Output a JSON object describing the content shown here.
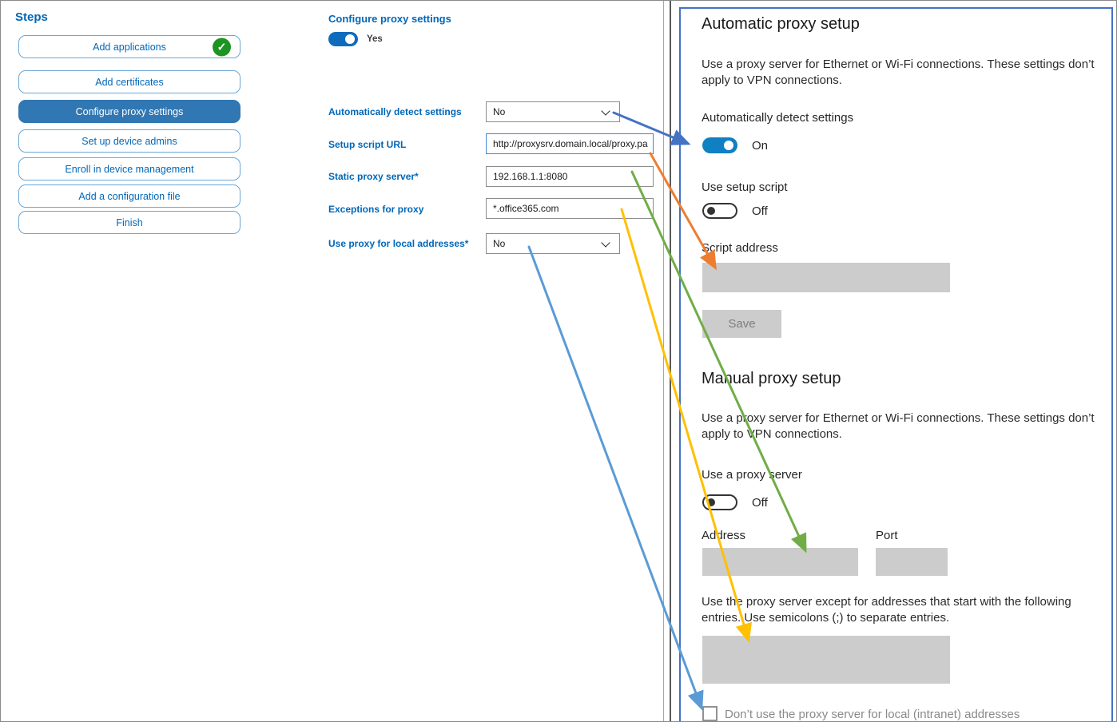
{
  "steps_panel": {
    "title": "Steps",
    "items": [
      {
        "label": "Add applications",
        "status": "completed"
      },
      {
        "label": "Add certificates",
        "status": "normal"
      },
      {
        "label": "Configure proxy settings",
        "status": "selected"
      },
      {
        "label": "Set up device admins",
        "status": "normal"
      },
      {
        "label": "Enroll in device management",
        "status": "normal"
      },
      {
        "label": "Add a configuration file",
        "status": "normal"
      },
      {
        "label": "Finish",
        "status": "normal"
      }
    ]
  },
  "form": {
    "title": "Configure proxy settings",
    "enabled_toggle": {
      "state": "on",
      "label": "Yes"
    },
    "fields": [
      {
        "label": "Automatically detect settings",
        "type": "select",
        "value": "No"
      },
      {
        "label": "Setup script URL",
        "type": "text",
        "value": "http://proxysrv.domain.local/proxy.pa",
        "focused": true
      },
      {
        "label": "Static proxy server*",
        "type": "text",
        "value": "192.168.1.1:8080"
      },
      {
        "label": "Exceptions for proxy",
        "type": "text",
        "value": "*.office365.com"
      },
      {
        "label": "Use proxy for local addresses*",
        "type": "select",
        "value": "No"
      }
    ]
  },
  "settings_panel": {
    "automatic": {
      "heading": "Automatic proxy setup",
      "description": "Use a proxy server for Ethernet or Wi-Fi connections. These settings don’t apply to VPN connections.",
      "detect_label": "Automatically detect settings",
      "detect_state": "On",
      "script_toggle_label": "Use setup script",
      "script_toggle_state": "Off",
      "script_address_label": "Script address",
      "save_label": "Save"
    },
    "manual": {
      "heading": "Manual proxy setup",
      "description": "Use a proxy server for Ethernet or Wi-Fi connections. These settings don’t apply to VPN connections.",
      "proxy_toggle_label": "Use a proxy server",
      "proxy_toggle_state": "Off",
      "address_label": "Address",
      "port_label": "Port",
      "exceptions_description": "Use the proxy server except for addresses that start with the following entries. Use semicolons (;) to separate entries.",
      "local_checkbox_label": "Don’t use the proxy server for local (intranet) addresses"
    }
  },
  "arrows": [
    {
      "id": "detect",
      "maps": "Automatically detect settings → Automatically detect settings toggle",
      "color": "#4472c4"
    },
    {
      "id": "script",
      "maps": "Setup script URL → Script address",
      "color": "#ed7d31"
    },
    {
      "id": "static",
      "maps": "Static proxy server → Address",
      "color": "#70ad47"
    },
    {
      "id": "exceptions",
      "maps": "Exceptions for proxy → exceptions list",
      "color": "#ffc000"
    },
    {
      "id": "local",
      "maps": "Use proxy for local addresses → local intranet checkbox",
      "color": "#5b9bd5"
    }
  ],
  "colors": {
    "accent_blue": "#0067b8",
    "selected_step_bg": "#3077b4",
    "step_border": "#6aa7d8",
    "completed_green": "#1d9321",
    "panel_border": "#4472c4",
    "form_toggle_on": "#0f6cbd",
    "settings_toggle_on": "#0f80c1",
    "disabled_gray": "#cccccc"
  }
}
